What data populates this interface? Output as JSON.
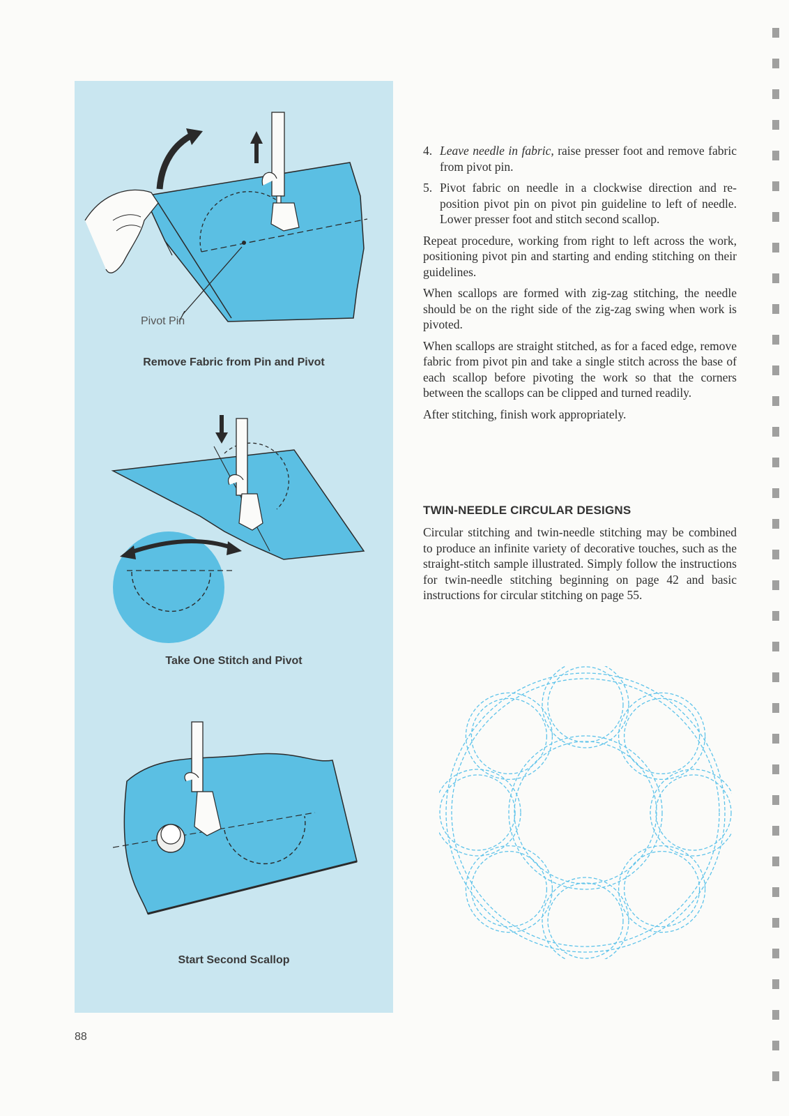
{
  "figures": {
    "fig1": {
      "caption": "Remove Fabric from Pin and Pivot",
      "label": "Pivot Pin"
    },
    "fig2": {
      "caption": "Take One Stitch and Pivot"
    },
    "fig3": {
      "caption": "Start Second Scallop"
    }
  },
  "steps": [
    {
      "num": "4.",
      "emph": "Leave needle in fabric,",
      "text": " raise presser foot and remove fabric from pivot pin."
    },
    {
      "num": "5.",
      "emph": "",
      "text": "Pivot fabric on needle in a clockwise direction and re-position pivot pin on pivot pin guideline to left of needle. Lower presser foot and stitch second scallop."
    }
  ],
  "paragraphs": [
    "Repeat procedure, working from right to left across the work, positioning pivot pin and starting and ending stitching on their guidelines.",
    "When scallops are formed with zig-zag stitching, the needle should be on the right side of the zig-zag swing when work is pivoted.",
    "When scallops are straight stitched, as for a faced edge, remove fabric from pivot pin and take a single stitch across the base of each scallop before pivoting the work so that the corners between the scallops can be clipped and turned readily.",
    "After stitching, finish work appropriately."
  ],
  "section": {
    "heading": "TWIN-NEEDLE CIRCULAR DESIGNS",
    "body": "Circular stitching and twin-needle stitching may be combined to produce an infinite variety of decorative touches, such as the straight-stitch sample illustrated. Simply follow the instructions for twin-needle stitching beginning on page 42 and basic instructions for circular stitching on page 55."
  },
  "page_number": "88",
  "colors": {
    "panel": "#c9e6f0",
    "fabric": "#5bbfe3",
    "stitch": "#5ec3ea"
  }
}
